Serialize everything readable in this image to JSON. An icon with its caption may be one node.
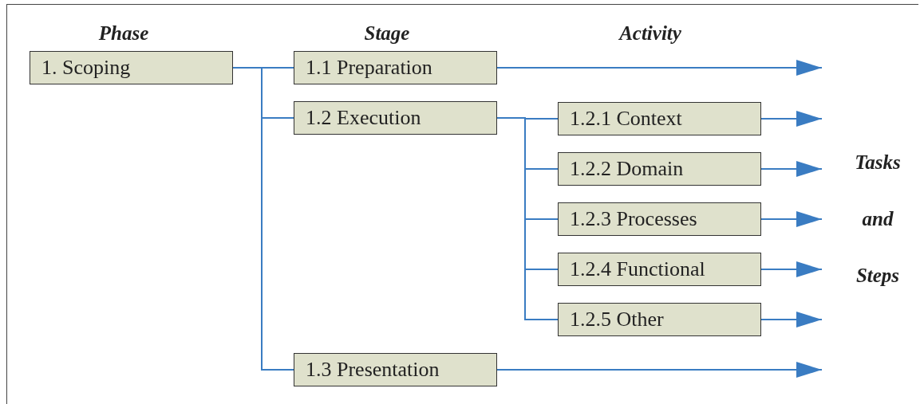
{
  "diagram": {
    "nodes": [
      {
        "text": [
          "1. Scoping"
        ]
      },
      {
        "text": [
          "1.1 Preparation"
        ]
      },
      {
        "text": [
          "1.2 Execution"
        ]
      },
      {
        "text": [
          "1.2.1 Context"
        ]
      },
      {
        "text": [
          "1.2.2 Domain"
        ]
      },
      {
        "text": [
          "1.2.3 Processes"
        ]
      },
      {
        "text": [
          "1.2.4 Functional"
        ]
      },
      {
        "text": [
          "1.2.5 Other"
        ]
      },
      {
        "text": [
          "1.3 Presentation"
        ]
      }
    ],
    "edges": [
      {
        "from": 0,
        "to": 1,
        "arrow": "none"
      },
      {
        "from": 0,
        "to": 2,
        "arrow": "none"
      },
      {
        "from": 0,
        "to": 8,
        "arrow": "none"
      },
      {
        "from": 2,
        "to": 3,
        "arrow": "none"
      },
      {
        "from": 2,
        "to": 4,
        "arrow": "none"
      },
      {
        "from": 2,
        "to": 5,
        "arrow": "none"
      },
      {
        "from": 2,
        "to": 6,
        "arrow": "none"
      },
      {
        "from": 2,
        "to": 7,
        "arrow": "none"
      },
      {
        "from": 1,
        "to": null,
        "arrow": "to"
      },
      {
        "from": 3,
        "to": null,
        "arrow": "to"
      },
      {
        "from": 4,
        "to": null,
        "arrow": "to"
      },
      {
        "from": 5,
        "to": null,
        "arrow": "to"
      },
      {
        "from": 6,
        "to": null,
        "arrow": "to"
      },
      {
        "from": 7,
        "to": null,
        "arrow": "to"
      },
      {
        "from": 8,
        "to": null,
        "arrow": "to"
      }
    ],
    "labels": [
      "Phase",
      "Stage",
      "Activity",
      "Tasks and Steps"
    ]
  }
}
